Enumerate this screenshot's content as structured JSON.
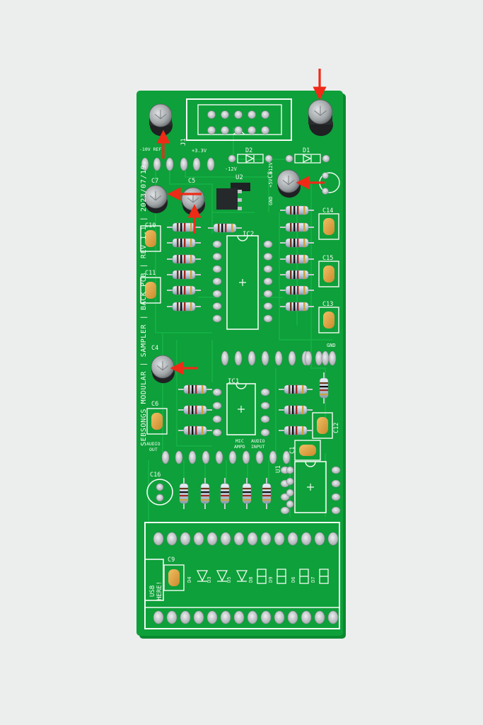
{
  "colors": {
    "background": "#eceeed",
    "pcb": "#0ea03a",
    "pcb_edge": "#0a8a30",
    "silkscreen": "#f4fbf4",
    "trace": "#15b248",
    "pad": "#c9cdd0",
    "arrow": "#ef2a17",
    "resistor_body": "#cfd8e2",
    "ceramic_cap": "#e2a445",
    "electrolytic_top": "#b9bcbe",
    "electrolytic_body": "#2a2c2e"
  },
  "board": {
    "side_label": "SEBSONGS MODULAR | SAMPLER | BACK PCB | REV 1.1 | 2023/07/19",
    "connector": "J1",
    "power_labels": [
      "-10V REF",
      "+3.3V",
      "-12V",
      "GND",
      "+5V",
      "+12V"
    ],
    "gnd_label": "GND",
    "regulator": "U2",
    "audio_out_label": "AUDIO OUT",
    "mic_ampd_label": "MIC AMPD",
    "audio_input_label": "AUDIO INPUT",
    "usb_label": "USB HERE!",
    "ics": [
      "IC1",
      "IC2",
      "U1"
    ],
    "electrolytic_caps": [
      "C4",
      "C5",
      "C7",
      "C8",
      "C16"
    ],
    "ceramic_caps": [
      "C1",
      "C6",
      "C9",
      "C10",
      "C11",
      "C12",
      "C13",
      "C14",
      "C15"
    ],
    "diodes": [
      "D1",
      "D2",
      "D3",
      "D4",
      "D5",
      "D6",
      "D7",
      "D8",
      "D9"
    ]
  }
}
